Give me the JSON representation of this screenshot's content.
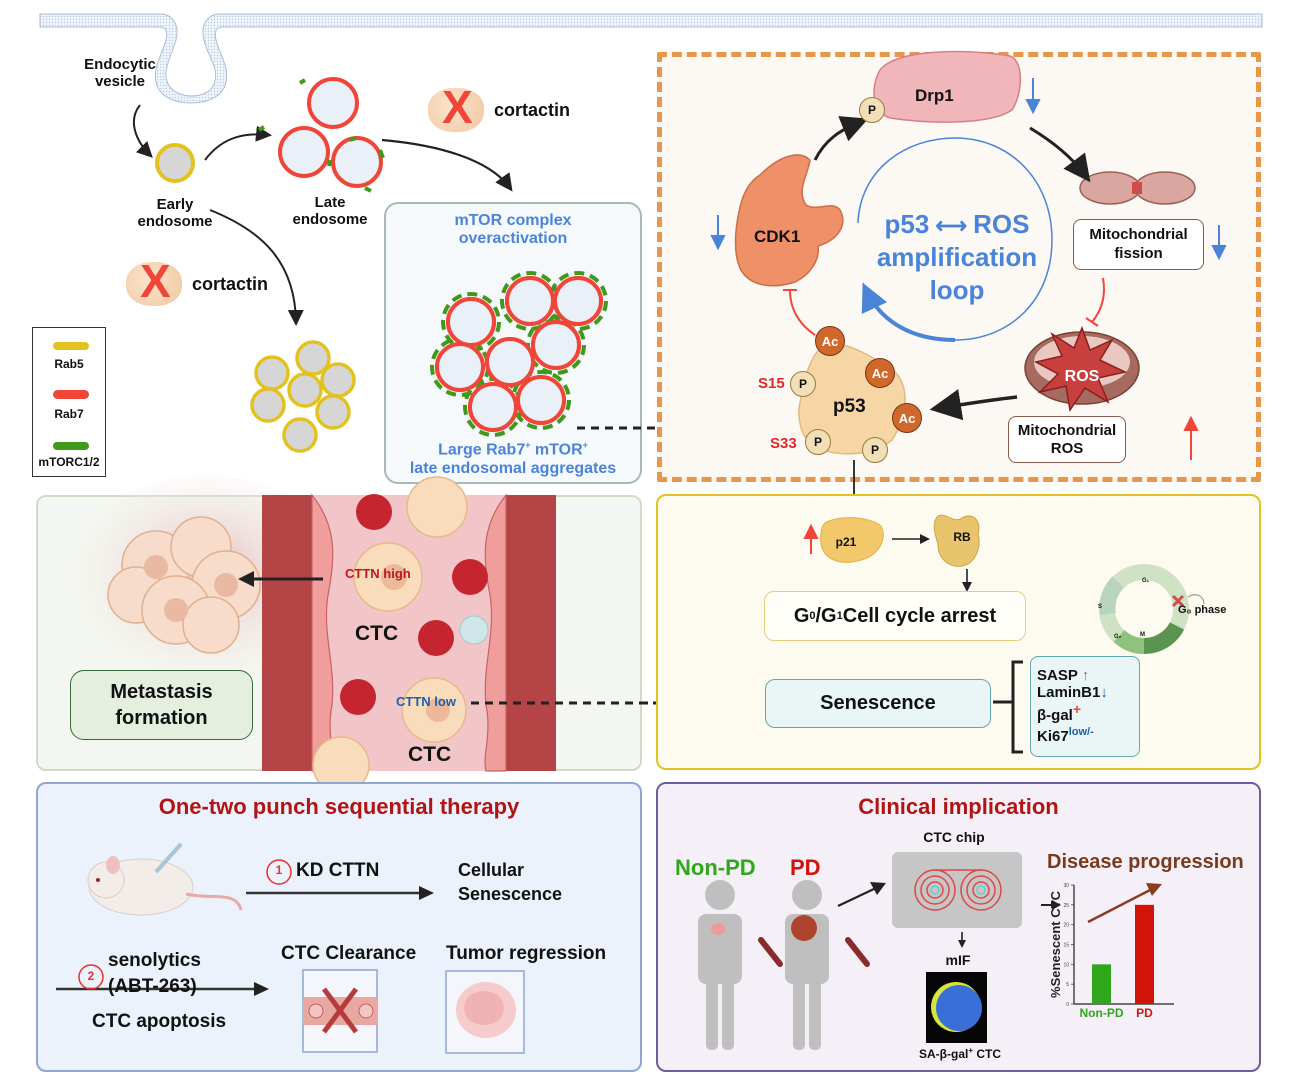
{
  "title": "CTTN / cortactin regulation of CTC senescence — graphical abstract",
  "colors": {
    "rab5": "#e3c21f",
    "rab7": "#f0463a",
    "mtorc": "#3f9a1a",
    "blue_text": "#4a84d8",
    "red_title": "#b01414",
    "orange_dash": "#e8964a",
    "brown": "#7a3a1e",
    "green_label": "#2ea81a",
    "red_label": "#d0140a"
  },
  "endocytosis": {
    "endocytic_vesicle": "Endocytic\nvesicle",
    "early_endosome": "Early\nendosome",
    "late_endosome": "Late\nendosome",
    "cortactin_ko_top": "cortactin",
    "cortactin_ko_left": "cortactin",
    "legend": [
      {
        "label": "Rab5",
        "color": "#e3c21f"
      },
      {
        "label": "Rab7",
        "color": "#f0463a"
      },
      {
        "label": "mTORC1/2",
        "color": "#3f9a1a"
      }
    ],
    "mtor_box": {
      "title": "mTOR complex\noveractivation",
      "caption_line1": "Large Rab7",
      "caption_sup1": "+",
      "caption_mid": " mTOR",
      "caption_sup2": "+",
      "caption_line2": "late endosomal aggregates"
    }
  },
  "loop": {
    "drp1": "Drp1",
    "p_badge": "P",
    "cdk1": "CDK1",
    "center_line1_left": "p53",
    "center_line1_right": "ROS",
    "center_line2": "amplification",
    "center_line3": "loop",
    "mito_fission": "Mitochondrial\nfission",
    "ros_star": "ROS",
    "mito_ros": "Mitochondrial\nROS",
    "p53": "p53",
    "ac_badge": "Ac",
    "s15": "S15",
    "s33": "S33"
  },
  "ctc": {
    "cttn_high": "CTTN high",
    "cttn_low": "CTTN low",
    "ctc_label_1": "CTC",
    "ctc_label_2": "CTC",
    "metastasis": "Metastasis\nformation"
  },
  "senescence_panel": {
    "p21": "p21",
    "rb": "RB",
    "arrest_g0": "G",
    "arrest_sub0": "0",
    "arrest_slash": "/G",
    "arrest_sub1": "1",
    "arrest_rest": " Cell cycle arrest",
    "cycle_labels": {
      "g1": "G₁",
      "s": "S",
      "g2": "G₂",
      "m": "M"
    },
    "g0_phase": "G₀ phase",
    "senescence": "Senescence",
    "markers": [
      {
        "name": "SASP",
        "mark": "↑",
        "mark_color": "#f0463a"
      },
      {
        "name": "LaminB1",
        "mark": "↓",
        "mark_color": "#1f5fa8"
      },
      {
        "name": "β-gal",
        "mark": "+",
        "mark_color": "#f0463a"
      },
      {
        "name": "Ki67",
        "mark": "low/-",
        "mark_color": "#1f5fa8"
      }
    ]
  },
  "therapy": {
    "title": "One-two punch sequential therapy",
    "step1_num": "1",
    "step1_label": "KD CTTN",
    "step1_result": "Cellular\nSenescence",
    "step2_num": "2",
    "step2_label": "senolytics\n(ABT-263)",
    "step2_below": "CTC apoptosis",
    "ctc_clearance": "CTC Clearance",
    "tumor_regression": "Tumor regression"
  },
  "clinical": {
    "title": "Clinical implication",
    "non_pd": "Non-PD",
    "pd": "PD",
    "ctc_chip": "CTC chip",
    "mif": "mIF",
    "mif_caption": "SA-β-gal",
    "mif_caption_sup": "+",
    "mif_caption_end": " CTC",
    "disease_progression": "Disease progression"
  },
  "chart_data": {
    "type": "bar",
    "title": "Disease progression",
    "categories": [
      "Non-PD",
      "PD"
    ],
    "values": [
      10,
      25
    ],
    "colors": [
      "#2ea81a",
      "#d0140a"
    ],
    "xlabel": "",
    "ylabel": "%Senescent  CTC",
    "ylim": [
      0,
      30
    ],
    "yticks": [
      0,
      5,
      10,
      15,
      20,
      25,
      30
    ],
    "grid": false,
    "legend": "none",
    "annotation": "upward trend arrow"
  }
}
